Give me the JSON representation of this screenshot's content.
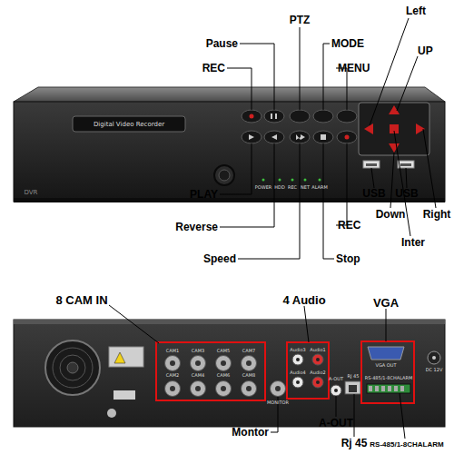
{
  "diagram": {
    "labels": [
      "Digital Video Recorder",
      "DVR",
      "POWER",
      "HDD",
      "REC",
      "NET",
      "ALARM",
      "PTZ",
      "Pause",
      "REC",
      "MODE",
      "MENU",
      "Left",
      "UP",
      "PLAY",
      "Reverse",
      "Speed",
      "Stop",
      "REC",
      "Down",
      "Inter",
      "Right",
      "USB",
      "USB",
      "CAM1",
      "CAM3",
      "CAM5",
      "CAM7",
      "CAM2",
      "CAM4",
      "CAM6",
      "CAM8",
      "Audio3",
      "Audio1",
      "Audio4",
      "Audio2",
      "MONITOR",
      "A-OUT",
      "RJ 45",
      "VGA OUT",
      "RS-485/1-8CHALARM",
      "DC 12V",
      "8 CAM IN",
      "4 Audio",
      "VGA",
      "Montor",
      "A-OUT",
      "Rj 45",
      "RS-485/1-8CHALARM"
    ]
  }
}
